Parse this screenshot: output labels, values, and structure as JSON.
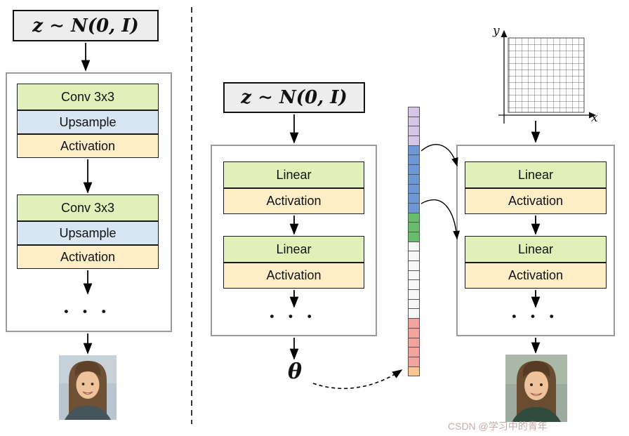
{
  "left_network": {
    "z_label": "z ∼ N(0, I)",
    "groups": [
      {
        "blocks": [
          {
            "label": "Conv 3x3"
          },
          {
            "label": "Upsample"
          },
          {
            "label": "Activation"
          }
        ]
      },
      {
        "blocks": [
          {
            "label": "Conv 3x3"
          },
          {
            "label": "Upsample"
          },
          {
            "label": "Activation"
          }
        ]
      }
    ],
    "dots": "• • •"
  },
  "mapping_network": {
    "z_label": "z ∼ N(0, I)",
    "groups": [
      {
        "blocks": [
          {
            "label": "Linear"
          },
          {
            "label": "Activation"
          }
        ]
      },
      {
        "blocks": [
          {
            "label": "Linear"
          },
          {
            "label": "Activation"
          }
        ]
      }
    ],
    "dots": "• • •",
    "theta_label": "θ"
  },
  "coordinate_grid": {
    "x_label": "x",
    "y_label": "y"
  },
  "synthesis_network": {
    "groups": [
      {
        "blocks": [
          {
            "label": "Linear"
          },
          {
            "label": "Activation"
          }
        ]
      },
      {
        "blocks": [
          {
            "label": "Linear"
          },
          {
            "label": "Activation"
          }
        ]
      }
    ],
    "dots": "• • •"
  },
  "vector": {
    "cells": [
      "#d7c5e8",
      "#d7c5e8",
      "#d7c5e8",
      "#d7c5e8",
      "#6f97d8",
      "#6f97d8",
      "#6f97d8",
      "#6f97d8",
      "#6f97d8",
      "#6f97d8",
      "#6f97d8",
      "#69bb6e",
      "#69bb6e",
      "#69bb6e",
      "#f7f7f7",
      "#f7f7f7",
      "#f7f7f7",
      "#f7f7f7",
      "#f7f7f7",
      "#f7f7f7",
      "#f7f7f7",
      "#f7f7f7",
      "#f2a39d",
      "#f2a39d",
      "#f2a39d",
      "#f2a39d",
      "#f2a39d",
      "#f7c792"
    ]
  },
  "palette": {
    "block_green": "#dff0b8",
    "block_blue": "#d8e5f3",
    "block_orange": "#fdeec8",
    "zbox_bg": "#ededed",
    "container_border": "#9a9a9a"
  },
  "watermark": "CSDN @学习中的青年"
}
